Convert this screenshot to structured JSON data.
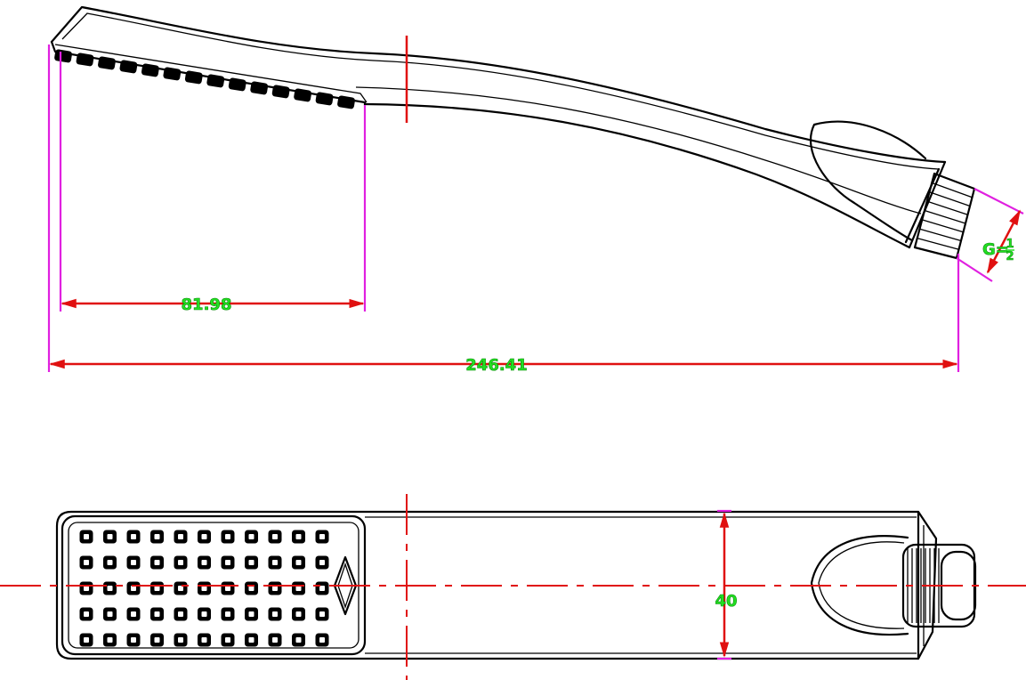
{
  "dimensions": {
    "spray_face_length": "81.98",
    "overall_length": "246.41",
    "head_width": "40",
    "thread_prefix": "G=",
    "thread_fraction_numerator": "1",
    "thread_fraction_denominator": "2"
  },
  "colors": {
    "dimension_text": "#22e022",
    "dimension_line": "#e01010",
    "extension_line": "#e020e0",
    "outline": "#000000"
  },
  "nozzle_grid": {
    "rows": 5,
    "columns": 11
  }
}
